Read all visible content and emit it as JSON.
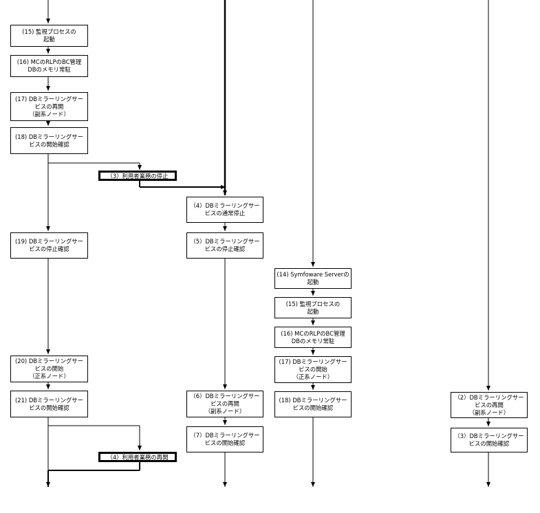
{
  "steps": {
    "c1_s15": "(15) 監視プロセスの\n起動",
    "c1_s16": "(16) MCのRLPのBC管理\nDBのメモリ常駐",
    "c1_s17": "(17) DBミラーリングサー\nビスの再開\n（副系ノード）",
    "c1_s18": "(18) DBミラーリングサー\nビスの開始確認",
    "c1_s19": "(19) DBミラーリングサー\nビスの停止確認",
    "c1_s20": "(20) DBミラーリングサー\nビスの開始\n（正系ノード）",
    "c1_s21": "(21) DBミラーリングサー\nビスの開始確認",
    "u3": "（3）利用者業務の停止",
    "u4": "（4）利用者業務の再開",
    "c2_s4": "（4）DBミラーリングサー\nビスの通常停止",
    "c2_s5": "（5）DBミラーリングサー\nビスの停止確認",
    "c2_s6": "（6）DBミラーリングサー\nビスの再開\n（副系ノード）",
    "c2_s7": "（7）DBミラーリングサー\nビスの開始確認",
    "c3_s14": "(14) Symfoware Serverの\n起動",
    "c3_s15": "(15) 監視プロセスの\n起動",
    "c3_s16": "(16) MCのRLPのBC管理\nDBのメモリ常駐",
    "c3_s17": "(17) DBミラーリングサー\nビスの開始\n（正系ノード）",
    "c3_s18": "(18) DBミラーリングサー\nビスの開始確認",
    "c4_s2": "（2）DBミラーリングサー\nビスの再開\n（副系ノード）",
    "c4_s3": "（3）DBミラーリングサー\nビスの開始確認"
  },
  "colors": {
    "line": "#000000",
    "box_border": "#000000",
    "background": "#ffffff"
  }
}
